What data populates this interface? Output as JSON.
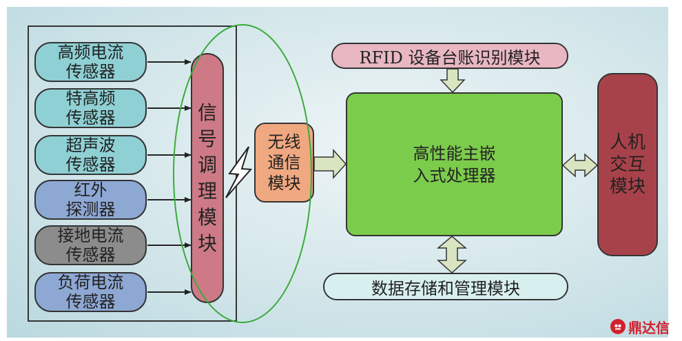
{
  "sensors": [
    {
      "label": "高频电流\n传感器",
      "color": "teal"
    },
    {
      "label": "特高频\n传感器",
      "color": "teal"
    },
    {
      "label": "超声波\n传感器",
      "color": "teal"
    },
    {
      "label": "红外\n探测器",
      "color": "blue"
    },
    {
      "label": "接地电流\n传感器",
      "color": "gray"
    },
    {
      "label": "负荷电流\n传感器",
      "color": "blue"
    }
  ],
  "signal_module": "信号调理模块",
  "wireless_module": "无线\n通信\n模块",
  "rfid_module": "RFID 设备台账识别模块",
  "processor": "高性能主嵌\n入式处理器",
  "hmi_module": "人机\n交互\n模块",
  "storage_module": "数据存储和管理模块",
  "watermark": "鼎达信",
  "colors": {
    "sensor_teal": "#8fd0d4",
    "sensor_blue": "#8ea8d4",
    "sensor_gray": "#8c8c8c",
    "signal_module": "#cd7a86",
    "wireless_module": "#f0a880",
    "processor": "#7ccc4c",
    "rfid_module": "#e8b7c2",
    "hmi_module": "#a8424a",
    "storage_module": "#d8efef",
    "ellipse": "#3aaa3a",
    "connector_arrow": "#d9e4c0",
    "watermark": "#d2202c"
  },
  "icons": [
    "lightning-icon",
    "arrow-right-icon",
    "arrow-down-icon",
    "double-arrow-icon",
    "logo-icon"
  ]
}
